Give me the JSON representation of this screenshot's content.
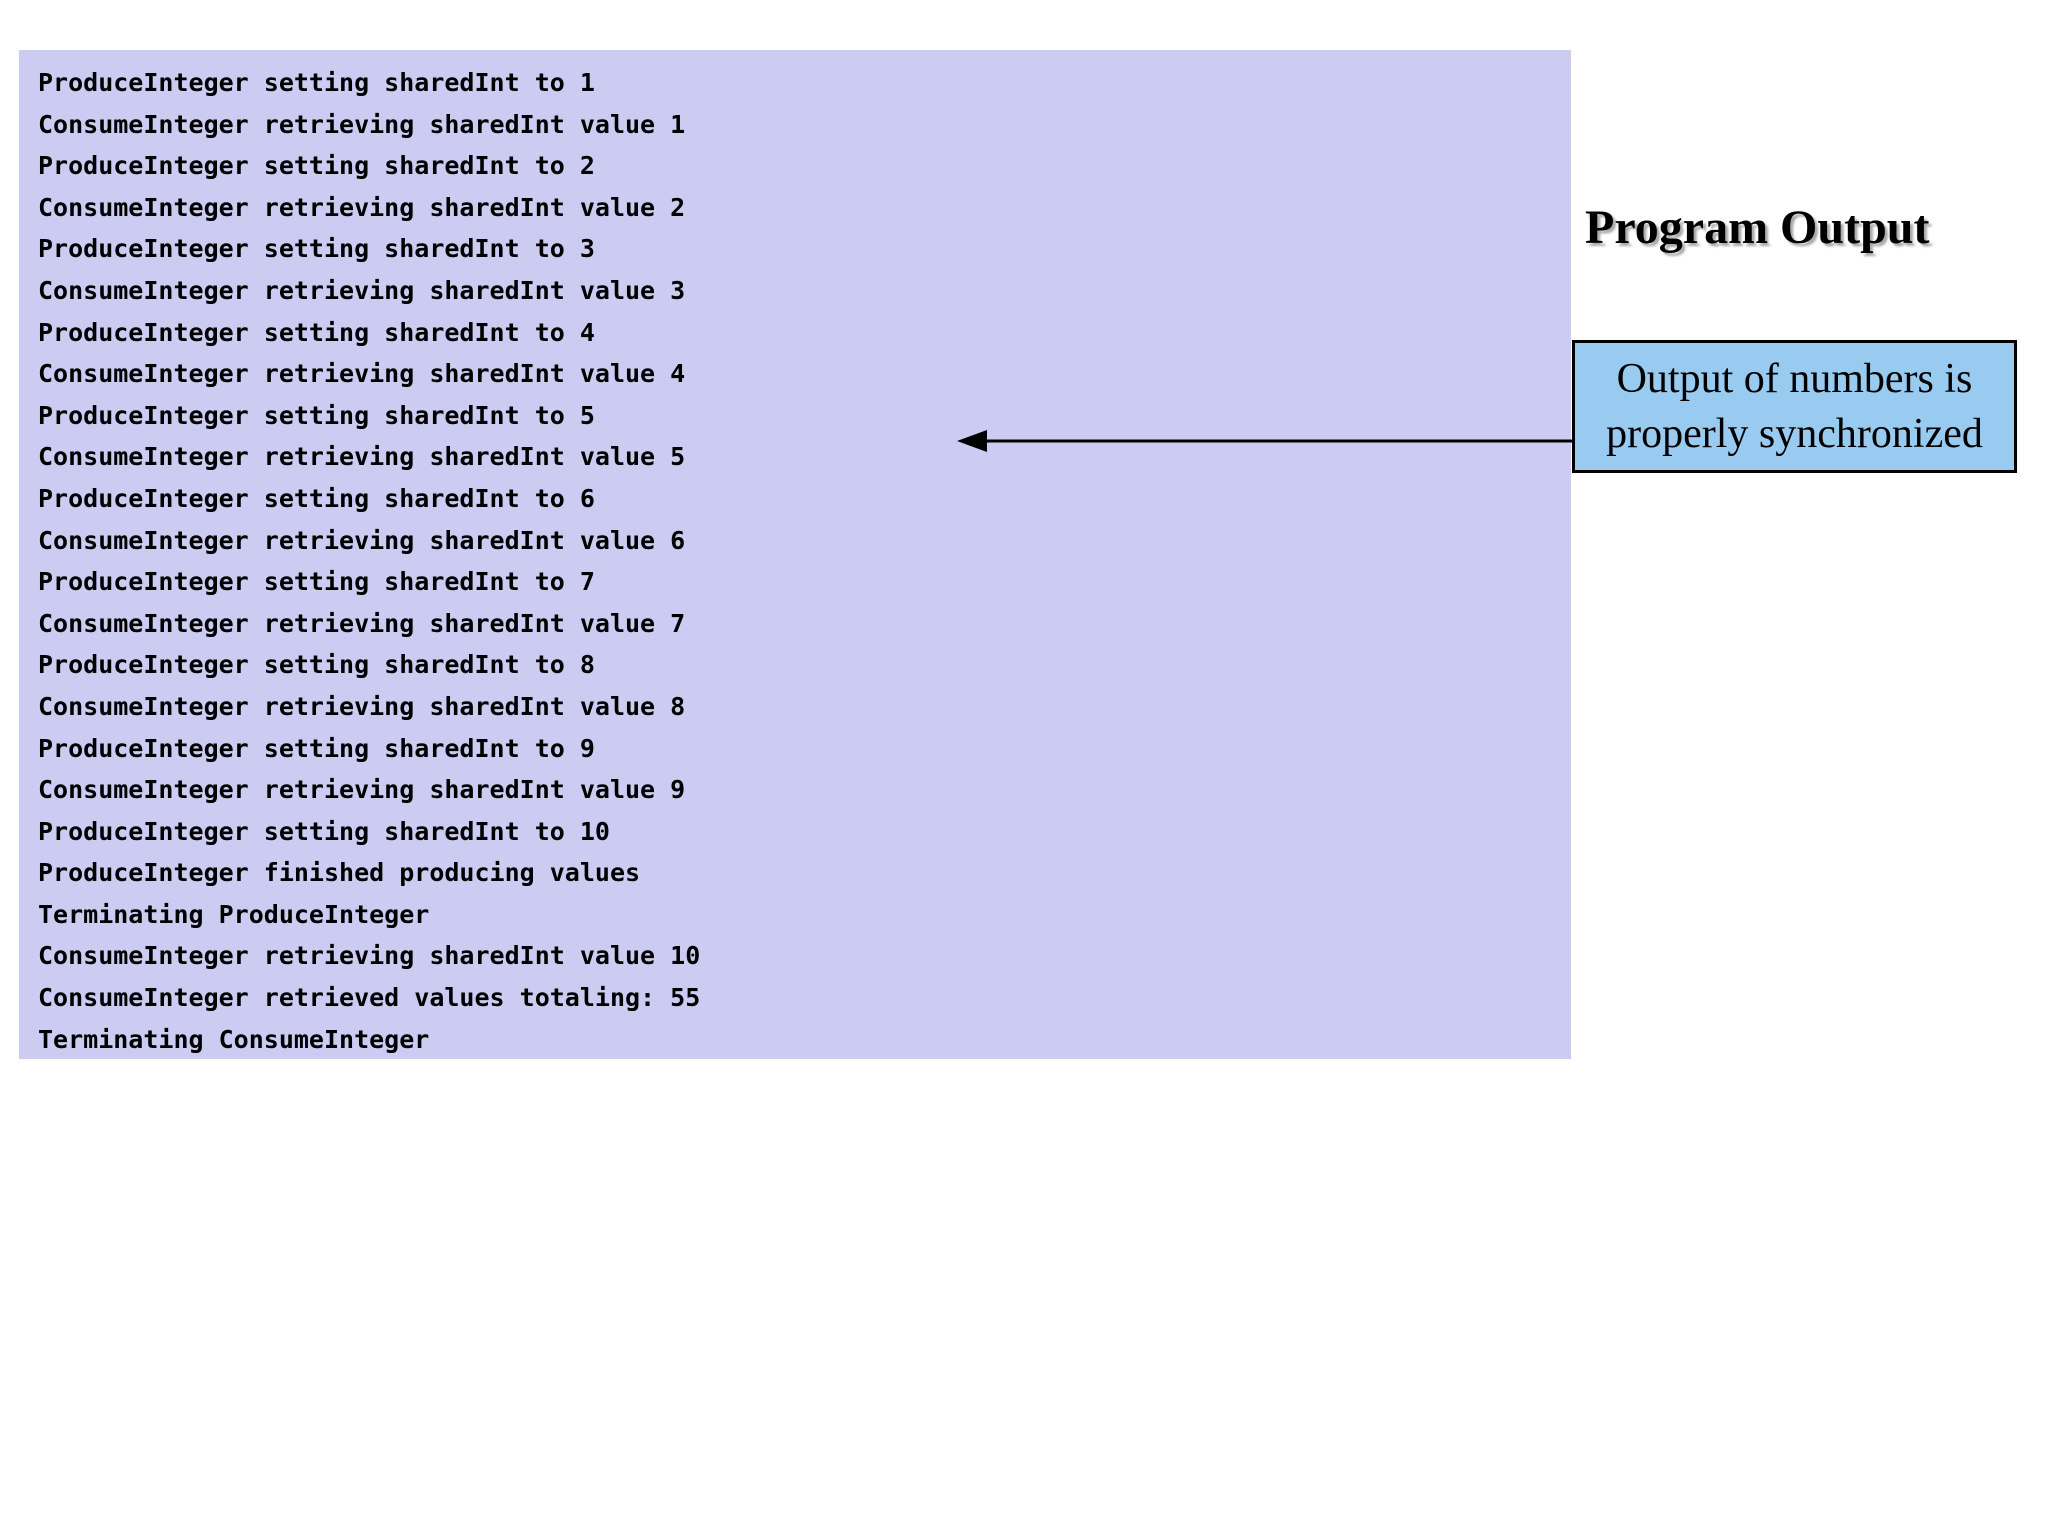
{
  "console": {
    "bg_color": "#ccccf2",
    "lines": [
      "ProduceInteger setting sharedInt to 1",
      "ConsumeInteger retrieving sharedInt value 1",
      "ProduceInteger setting sharedInt to 2",
      "ConsumeInteger retrieving sharedInt value 2",
      "ProduceInteger setting sharedInt to 3",
      "ConsumeInteger retrieving sharedInt value 3",
      "ProduceInteger setting sharedInt to 4",
      "ConsumeInteger retrieving sharedInt value 4",
      "ProduceInteger setting sharedInt to 5",
      "ConsumeInteger retrieving sharedInt value 5",
      "ProduceInteger setting sharedInt to 6",
      "ConsumeInteger retrieving sharedInt value 6",
      "ProduceInteger setting sharedInt to 7",
      "ConsumeInteger retrieving sharedInt value 7",
      "ProduceInteger setting sharedInt to 8",
      "ConsumeInteger retrieving sharedInt value 8",
      "ProduceInteger setting sharedInt to 9",
      "ConsumeInteger retrieving sharedInt value 9",
      "ProduceInteger setting sharedInt to 10",
      "ProduceInteger finished producing values",
      "Terminating ProduceInteger",
      "ConsumeInteger retrieving sharedInt value 10",
      "ConsumeInteger retrieved values totaling: 55",
      "Terminating ConsumeInteger"
    ]
  },
  "heading": {
    "text": "Program Output"
  },
  "callout": {
    "text": "Output of numbers is properly synchronized",
    "bg_color": "#99cbf0",
    "border_color": "#000000",
    "arrow_color": "#000000"
  }
}
